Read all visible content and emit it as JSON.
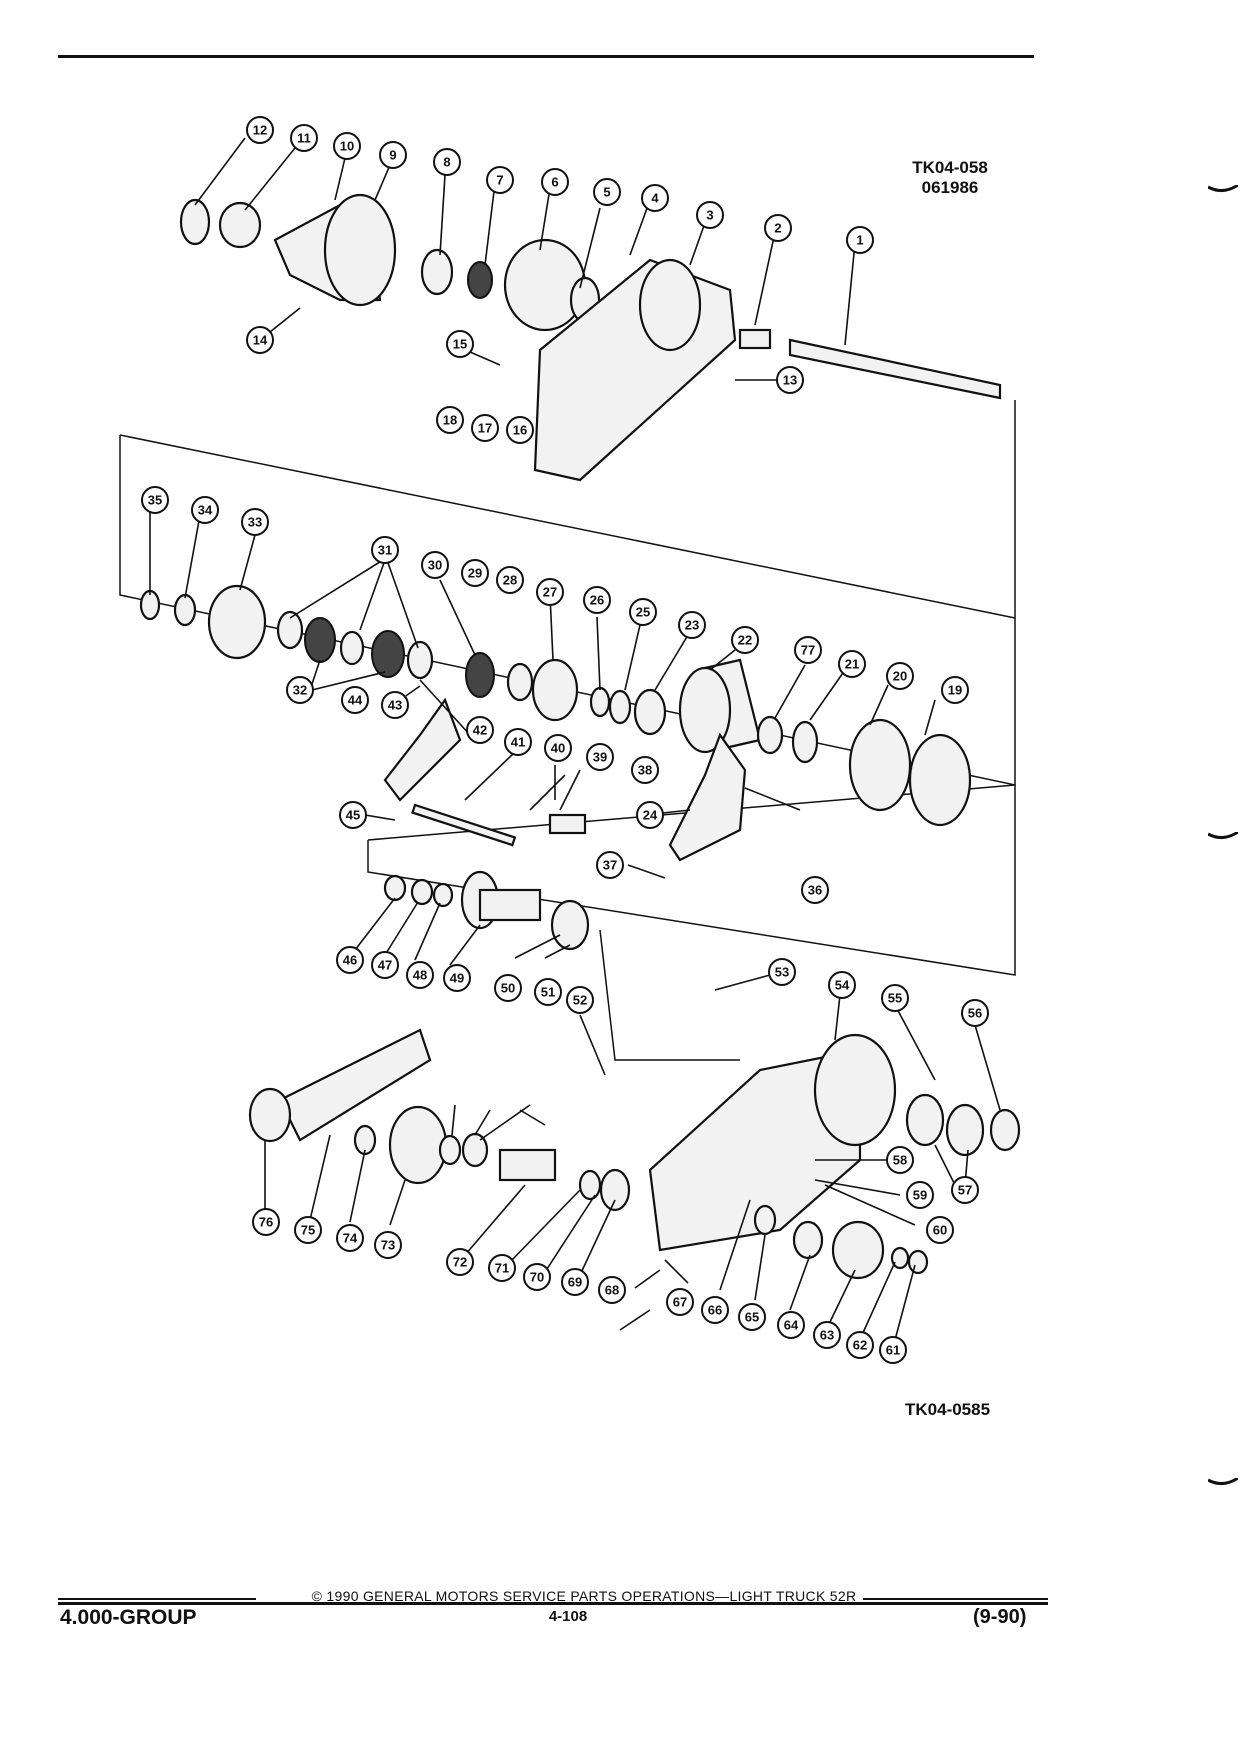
{
  "figure": {
    "id_top": "TK04-058",
    "id_top_sub": "061986",
    "id_bottom": "TK04-0585"
  },
  "callouts": [
    "1",
    "2",
    "3",
    "4",
    "5",
    "6",
    "7",
    "8",
    "9",
    "10",
    "11",
    "12",
    "13",
    "14",
    "15",
    "16",
    "17",
    "18",
    "19",
    "20",
    "21",
    "22",
    "23",
    "24",
    "25",
    "26",
    "27",
    "28",
    "29",
    "30",
    "31",
    "32",
    "33",
    "34",
    "35",
    "36",
    "37",
    "38",
    "39",
    "40",
    "41",
    "42",
    "43",
    "44",
    "45",
    "46",
    "47",
    "48",
    "49",
    "50",
    "51",
    "52",
    "53",
    "54",
    "55",
    "56",
    "57",
    "58",
    "59",
    "60",
    "61",
    "62",
    "63",
    "64",
    "65",
    "66",
    "67",
    "68",
    "69",
    "70",
    "71",
    "72",
    "73",
    "74",
    "75",
    "76",
    "77"
  ],
  "footer": {
    "copyright": "© 1990 GENERAL MOTORS SERVICE PARTS OPERATIONS—LIGHT TRUCK 52R",
    "group": "4.000-GROUP",
    "page": "4-108",
    "date": "(9-90)"
  },
  "colors": {
    "ink": "#111111",
    "paper": "#ffffff"
  }
}
